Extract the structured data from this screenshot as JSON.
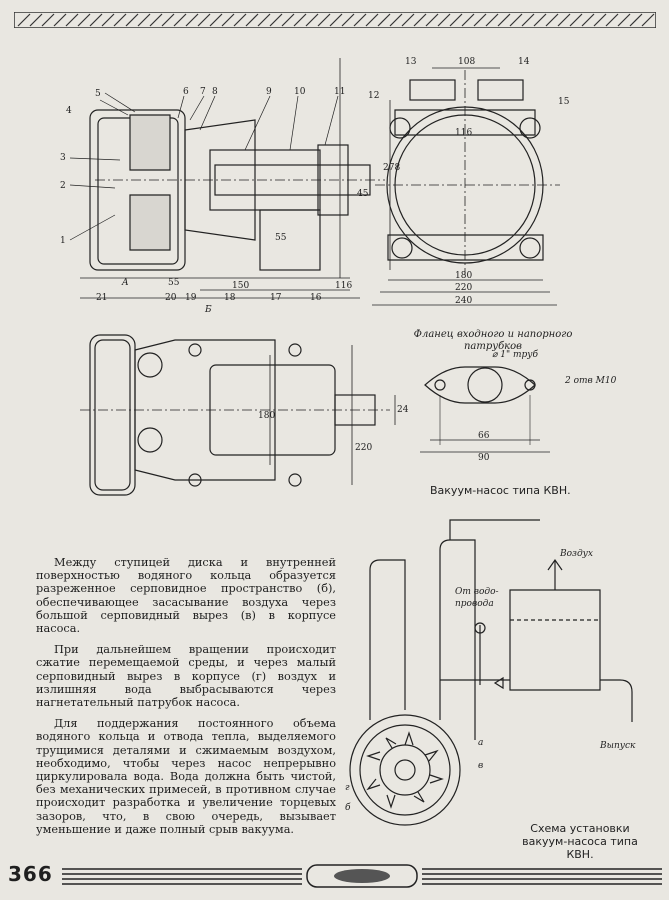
{
  "page": {
    "number": "366",
    "caption_pump": "Вакуум-насос типа КВН.",
    "caption_scheme": "Схема установки вакуум-насоса типа КВН.",
    "flange_title": "Фланец входного и напорного патрубков"
  },
  "body_paragraphs": [
    "Между ступицей диска и внутренней поверхностью водяного кольца образуется разреженное серповидное пространство (б), обеспечивающее засасывание воздуха через большой серповидный вырез (в) в корпусе насоса.",
    "При дальнейшем вращении происходит сжатие перемещаемой среды, и через малый серповидный вырез в корпусе (г) воздух и излишняя вода выбрасываются через нагнетательный патрубок насоса.",
    "Для поддержания постоянного объема водяного кольца и отвода тепла, выделяемого трущимися деталями и сжимаемым воздухом, необходимо, чтобы через насос непрерывно циркулировала вода. Вода должна быть чистой, без механических примесей, в противном случае происходит разработка и увеличение торцевых зазоров, что, в свою очередь, вызывает уменьшение и даже полный срыв вакуума."
  ],
  "drawing_labels": {
    "section_numbers": [
      "1",
      "2",
      "3",
      "4",
      "5",
      "6",
      "7",
      "8",
      "9",
      "10",
      "11"
    ],
    "section_bottom": [
      "21",
      "A",
      "55",
      "20",
      "19",
      "18",
      "17",
      "16"
    ],
    "dims_section": [
      "150",
      "116",
      "55",
      "45",
      "278"
    ],
    "dim_b": "Б",
    "front_numbers": [
      "13",
      "14",
      "12",
      "15"
    ],
    "dims_front": [
      "108",
      "116",
      "180",
      "220",
      "240"
    ],
    "dims_plan": [
      "180",
      "220",
      "24"
    ],
    "flange": {
      "pipe": "⌀ 1\" труб",
      "holes": "2 отв  M10",
      "d1": "66",
      "d2": "90"
    },
    "scheme": {
      "air": "Воздух",
      "water_in": "От водо-провода",
      "out": "Выпуск",
      "a": "а",
      "v": "в",
      "g": "г",
      "b": "б"
    }
  }
}
